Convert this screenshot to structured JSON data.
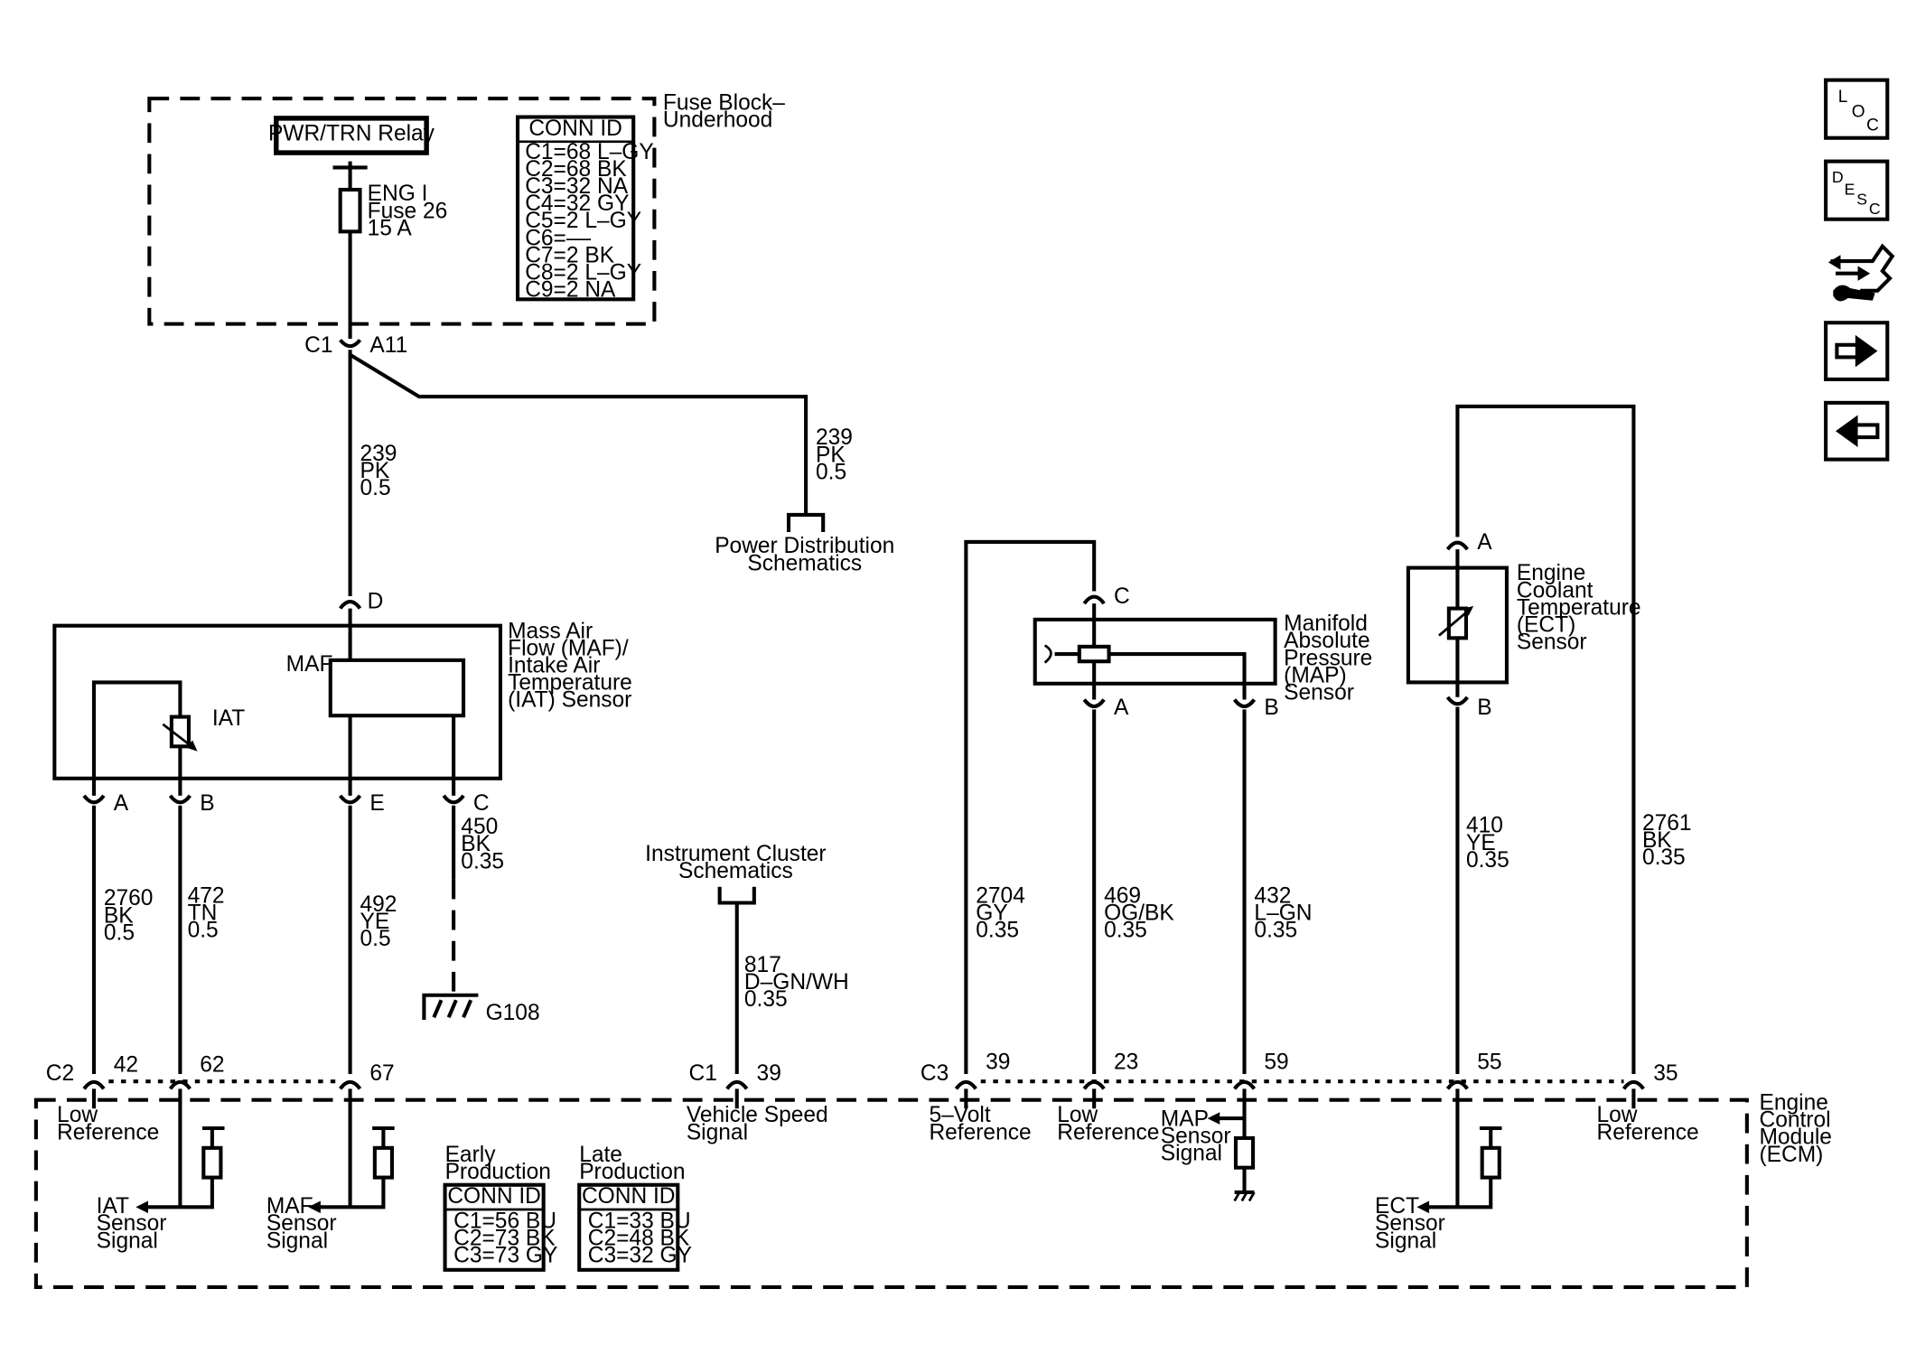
{
  "fuse_block": {
    "label": [
      "Fuse Block–",
      "Underhood"
    ],
    "relay": "PWR/TRN Relay",
    "fuse": [
      "ENG I",
      "Fuse 26",
      "15 A"
    ],
    "conn_title": "CONN ID",
    "conn_rows": [
      "C1=68 L–GY",
      "C2=68 BK",
      "C3=32 NA",
      "C4=32 GY",
      "C5=2 L–GY",
      "C6=––",
      "C7=2 BK",
      "C8=2 L–GY",
      "C9=2 NA"
    ],
    "out_conn": "C1",
    "out_pin": "A11"
  },
  "wires": {
    "w239_main": [
      "239",
      "PK",
      "0.5"
    ],
    "w239_branch": [
      "239",
      "PK",
      "0.5"
    ],
    "w2760": [
      "2760",
      "BK",
      "0.5"
    ],
    "w472": [
      "472",
      "TN",
      "0.5"
    ],
    "w492": [
      "492",
      "YE",
      "0.5"
    ],
    "w450": [
      "450",
      "BK",
      "0.35"
    ],
    "w817": [
      "817",
      "D–GN/WH",
      "0.35"
    ],
    "w2704": [
      "2704",
      "GY",
      "0.35"
    ],
    "w469": [
      "469",
      "OG/BK",
      "0.35"
    ],
    "w432": [
      "432",
      "L–GN",
      "0.35"
    ],
    "w410": [
      "410",
      "YE",
      "0.35"
    ],
    "w2761": [
      "2761",
      "BK",
      "0.35"
    ]
  },
  "power_dist": [
    "Power Distribution",
    "Schematics"
  ],
  "instrument": [
    "Instrument Cluster",
    "Schematics"
  ],
  "ground": "G108",
  "maf_sensor": {
    "label": [
      "Mass Air",
      "Flow (MAF)/",
      "Intake Air",
      "Temperature",
      "(IAT) Sensor"
    ],
    "maf": "MAF",
    "iat": "IAT",
    "pins": {
      "D": "D",
      "A": "A",
      "B": "B",
      "E": "E",
      "C": "C"
    }
  },
  "map_sensor": {
    "label": [
      "Manifold",
      "Absolute",
      "Pressure",
      "(MAP)",
      "Sensor"
    ],
    "pins": {
      "C": "C",
      "A": "A",
      "B": "B"
    }
  },
  "ect_sensor": {
    "label": [
      "Engine",
      "Coolant",
      "Temperature",
      "(ECT)",
      "Sensor"
    ],
    "pins": {
      "A": "A",
      "B": "B"
    }
  },
  "ecm": {
    "label": [
      "Engine",
      "Control",
      "Module",
      "(ECM)"
    ],
    "c2": "C2",
    "c1": "C1",
    "c3": "C3",
    "pins": {
      "p42": "42",
      "p62": "62",
      "p67": "67",
      "p39a": "39",
      "p39b": "39",
      "p23": "23",
      "p59": "59",
      "p55": "55",
      "p35": "35"
    },
    "low_ref_1": [
      "Low",
      "Reference"
    ],
    "vss": [
      "Vehicle Speed",
      "Signal"
    ],
    "five_volt": [
      "5–Volt",
      "Reference"
    ],
    "low_ref_2": [
      "Low",
      "Reference"
    ],
    "low_ref_3": [
      "Low",
      "Reference"
    ],
    "iat_signal": [
      "IAT",
      "Sensor",
      "Signal"
    ],
    "maf_signal": [
      "MAF",
      "Sensor",
      "Signal"
    ],
    "map_signal": [
      "MAP",
      "Sensor",
      "Signal"
    ],
    "ect_signal": [
      "ECT",
      "Sensor",
      "Signal"
    ],
    "early": {
      "title": [
        "Early",
        "Production"
      ],
      "conn_title": "CONN ID",
      "rows": [
        "C1=56 BU",
        "C2=73 BK",
        "C3=73 GY"
      ]
    },
    "late": {
      "title": [
        "Late",
        "Production"
      ],
      "conn_title": "CONN ID",
      "rows": [
        "C1=33 BU",
        "C2=48 BK",
        "C3=32 GY"
      ]
    }
  },
  "nav_buttons": [
    {
      "name": "loc-button",
      "letters": [
        "L",
        "O",
        "C"
      ]
    },
    {
      "name": "desc-button",
      "letters": [
        "D",
        "E",
        "S",
        "C"
      ]
    },
    {
      "name": "connector-repair-icon"
    },
    {
      "name": "next-arrow-icon"
    },
    {
      "name": "previous-arrow-icon"
    }
  ]
}
